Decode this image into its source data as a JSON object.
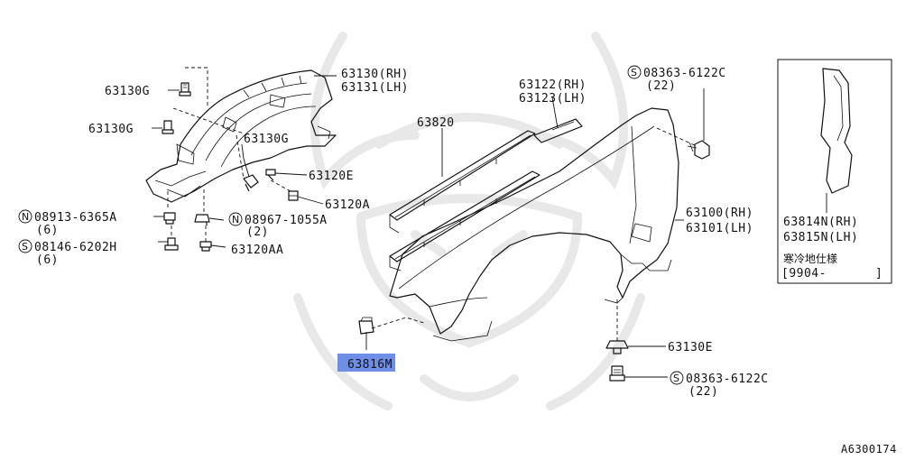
{
  "diagram_id": "A6300174",
  "parts": {
    "p63130_rh": "63130(RH)",
    "p63131_lh": "63131(LH)",
    "p63130g_a": "63130G",
    "p63130g_b": "63130G",
    "p63130g_c": "63130G",
    "p63120e": "63120E",
    "p63120a": "63120A",
    "n08913": "08913-6365A",
    "n08913_qty": "(6)",
    "s08146": "08146-6202H",
    "s08146_qty": "(6)",
    "n08967": "08967-1055A",
    "n08967_qty": "(2)",
    "p63120aa": "63120AA",
    "p63820": "63820",
    "p63122_rh": "63122(RH)",
    "p63123_lh": "63123(LH)",
    "s08363_top": "08363-6122C",
    "s08363_top_qty": "(22)",
    "p63100_rh": "63100(RH)",
    "p63101_lh": "63101(LH)",
    "p63816m_a": "63816",
    "p63816m_b": "M",
    "p63130e": "63130E",
    "s08363_bot": "08363-6122C",
    "s08363_bot_qty": "(22)",
    "p63814n_rh": "63814N(RH)",
    "p63815n_lh": "63815N(LH)",
    "cold_spec": "寒冷地仕様",
    "spec_date_open": "[9904-",
    "spec_date_close": "]"
  },
  "markers": {
    "N": "N",
    "S": "S"
  }
}
